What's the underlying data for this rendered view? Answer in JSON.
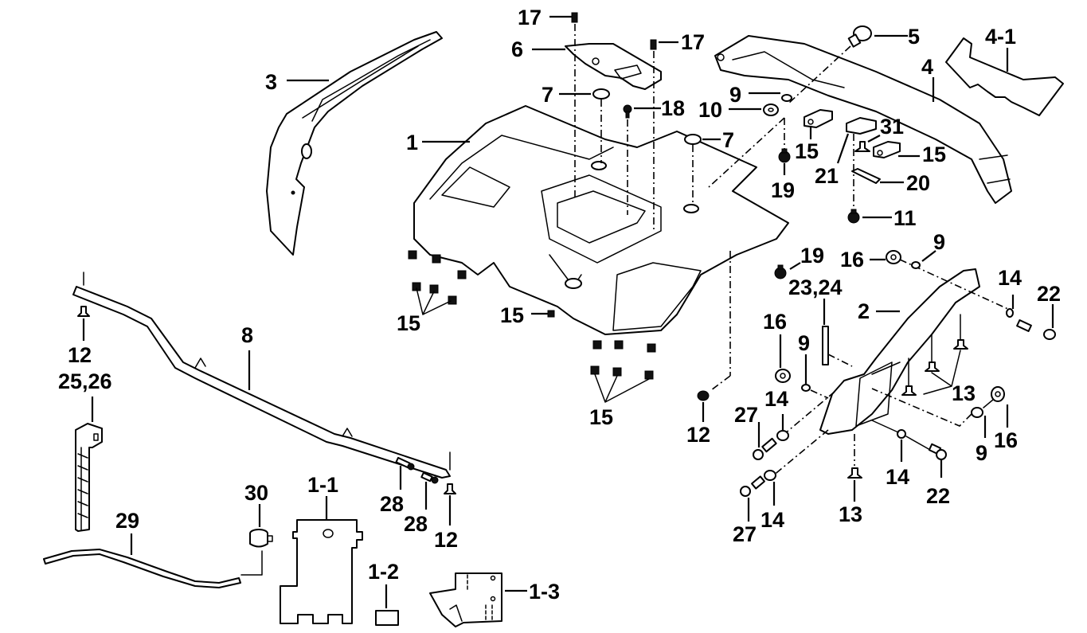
{
  "diagram": {
    "type": "exploded-parts-diagram",
    "subject": "Rear fender assembly",
    "line_color": "#000000",
    "background": "#ffffff",
    "callouts": {
      "c1": "1",
      "c1_1": "1-1",
      "c1_2": "1-2",
      "c1_3": "1-3",
      "c2": "2",
      "c3": "3",
      "c4": "4",
      "c4_1": "4-1",
      "c5": "5",
      "c6": "6",
      "c7a": "7",
      "c7b": "7",
      "c8": "8",
      "c9a": "9",
      "c9b": "9",
      "c9c": "9",
      "c9d": "9",
      "c10": "10",
      "c11": "11",
      "c12a": "12",
      "c12b": "12",
      "c12c": "12",
      "c13a": "13",
      "c13b": "13",
      "c14a": "14",
      "c14b": "14",
      "c14c": "14",
      "c14d": "14",
      "c15a": "15",
      "c15b": "15",
      "c15c": "15",
      "c15d": "15",
      "c15e": "15",
      "c16a": "16",
      "c16b": "16",
      "c16c": "16",
      "c17a": "17",
      "c17b": "17",
      "c18": "18",
      "c19a": "19",
      "c19b": "19",
      "c20": "20",
      "c21": "21",
      "c22a": "22",
      "c22b": "22",
      "c23_24": "23,24",
      "c25_26": "25,26",
      "c27a": "27",
      "c27b": "27",
      "c28a": "28",
      "c28b": "28",
      "c29": "29",
      "c30": "30",
      "c31": "31"
    }
  }
}
